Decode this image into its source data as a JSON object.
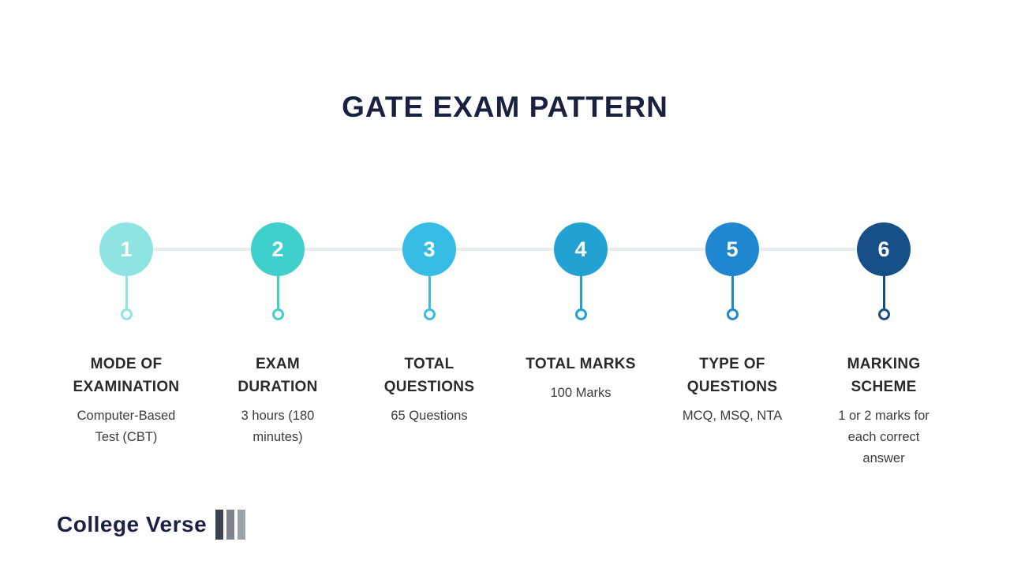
{
  "title": "GATE EXAM PATTERN",
  "title_color": "#1A2140",
  "timeline": {
    "track_color": "#E9EDF0"
  },
  "steps": [
    {
      "number": "1",
      "color": "#8FE3E2",
      "heading": "MODE OF\nEXAMINATION",
      "detail": "Computer-Based\nTest (CBT)"
    },
    {
      "number": "2",
      "color": "#40D0CB",
      "heading": "EXAM\nDURATION",
      "detail": "3 hours (180\nminutes)"
    },
    {
      "number": "3",
      "color": "#36BCE5",
      "heading": "TOTAL\nQUESTIONS",
      "detail": "65 Questions"
    },
    {
      "number": "4",
      "color": "#21A2D2",
      "heading": "TOTAL MARKS",
      "detail": "100 Marks"
    },
    {
      "number": "5",
      "color": "#1F87CF",
      "heading": "TYPE OF\nQUESTIONS",
      "detail": "MCQ, MSQ, NTA"
    },
    {
      "number": "6",
      "color": "#164F88",
      "heading": "MARKING\nSCHEME",
      "detail": "1 or 2 marks for\neach correct\nanswer"
    }
  ],
  "logo": {
    "text": "College Verse",
    "text_color": "#1B2142",
    "bars": [
      "#3B4252",
      "#7E848D",
      "#9BA1A9"
    ]
  }
}
